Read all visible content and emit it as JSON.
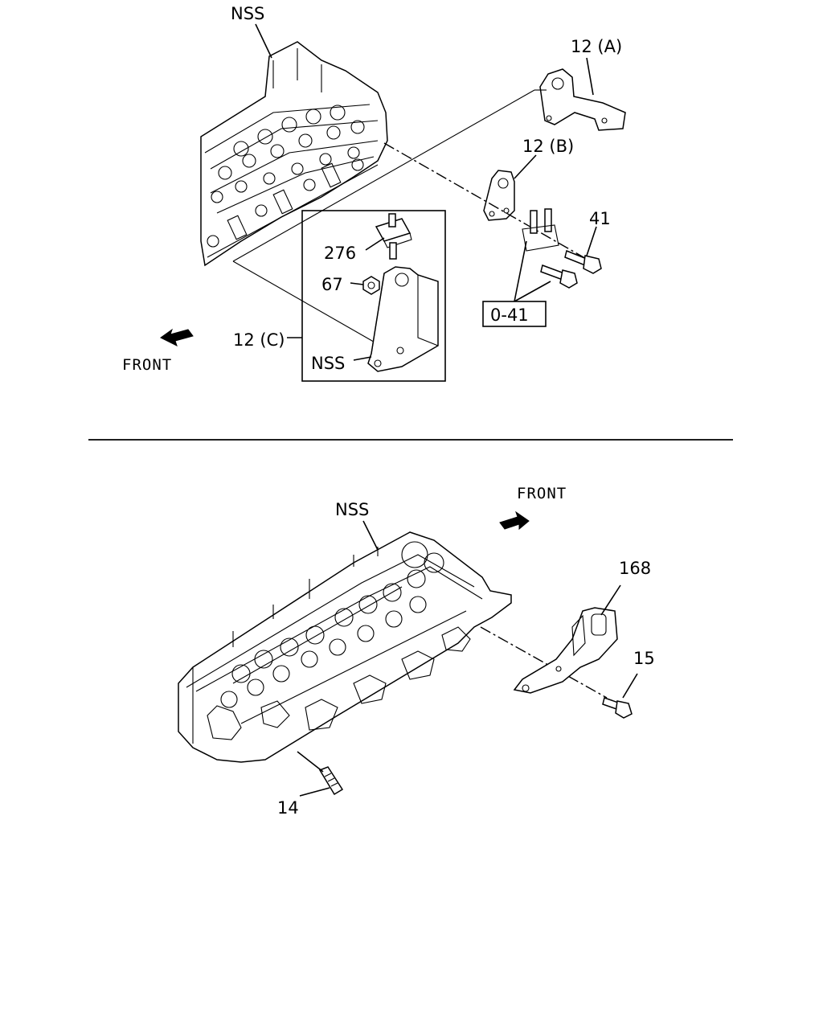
{
  "top_view": {
    "callouts": {
      "nss_head": "NSS",
      "bracket_a": "12 (A)",
      "bracket_b": "12 (B)",
      "bolt_41": "41",
      "stud_276": "276",
      "nut_67": "67",
      "bracket_c": "12 (C)",
      "nss_bracket": "NSS",
      "boxed_ref": "0-41"
    },
    "front_label": "FRONT"
  },
  "bottom_view": {
    "callouts": {
      "nss_head": "NSS",
      "bracket_168": "168",
      "bolt_15": "15",
      "stud_14": "14"
    },
    "front_label": "FRONT"
  },
  "colors": {
    "ink": "#000000",
    "paper": "#ffffff"
  },
  "icons": [
    "front-arrow-icon"
  ]
}
